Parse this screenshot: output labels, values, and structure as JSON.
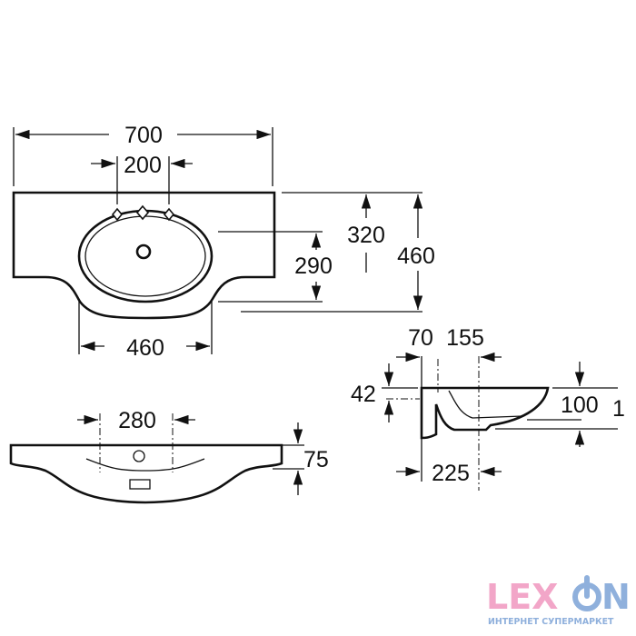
{
  "top_view": {
    "overall_width": "700",
    "tap_hole_spacing": "200",
    "depth_to_bowl_front": "320",
    "overall_depth": "460",
    "bowl_depth": "290",
    "bowl_width": "460"
  },
  "front_view": {
    "hole_spacing": "280",
    "height": "75"
  },
  "side_view": {
    "offset_a": "70",
    "offset_b": "155",
    "overflow_height": "42",
    "bowl_height": "100",
    "bowl_height_suffix": "1",
    "drain_distance": "225"
  },
  "logo": {
    "brand": "LEXON",
    "tagline": "ИНТЕРНЕТ СУПЕРМАРКЕТ",
    "colors": {
      "pink": "#f2a6c8",
      "blue": "#8fb0dc"
    }
  }
}
